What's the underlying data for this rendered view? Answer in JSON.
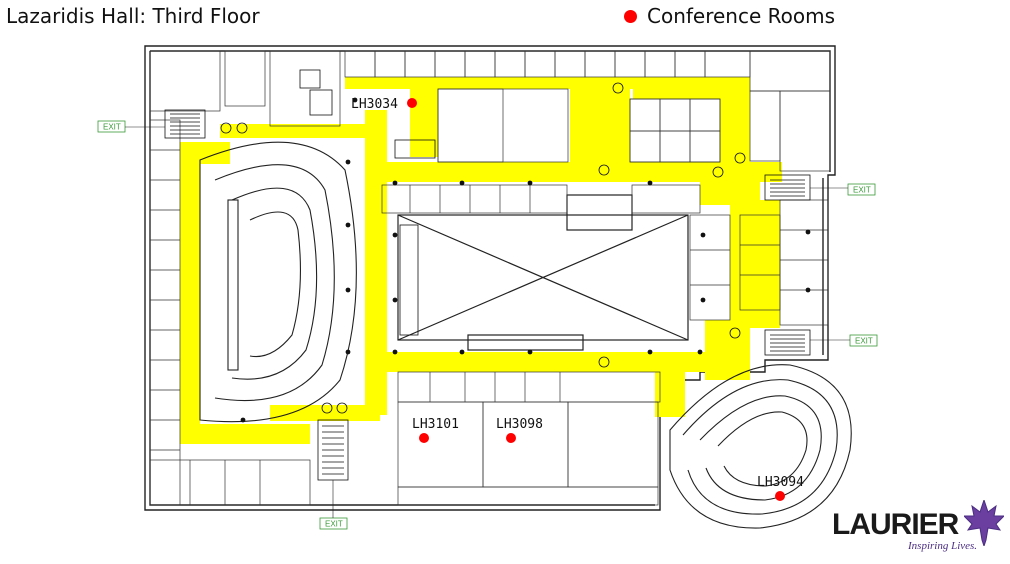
{
  "title": "Lazaridis Hall: Third Floor",
  "legend": {
    "label": "Conference Rooms",
    "color": "#ff0000"
  },
  "rooms": [
    {
      "id": "LH3034"
    },
    {
      "id": "LH3101"
    },
    {
      "id": "LH3098"
    },
    {
      "id": "LH3094"
    }
  ],
  "exits": [
    "EXIT",
    "EXIT",
    "EXIT",
    "EXIT"
  ],
  "colors": {
    "corridor": "#ffff00",
    "walls": "#222222",
    "marker": "#ff0000",
    "exit": "#3a9a3a"
  },
  "logo": {
    "wordmark": "LAURIER",
    "tagline": "Inspiring Lives."
  },
  "icons": [
    "maple-leaf-icon",
    "staircase-icon",
    "elevator-icon"
  ]
}
